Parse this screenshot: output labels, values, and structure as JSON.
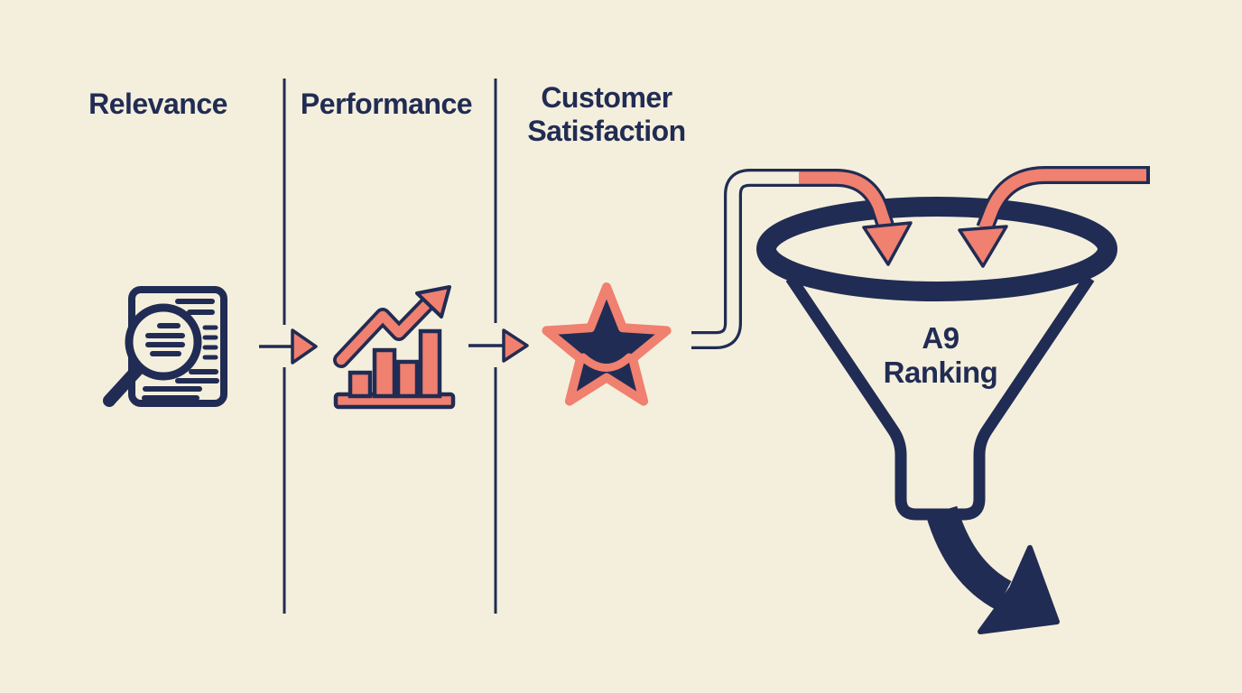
{
  "colors": {
    "navy": "#212c54",
    "coral": "#f0806f",
    "cream": "#f4efdc"
  },
  "columns": [
    {
      "label": "Relevance",
      "icon": "document-search-icon"
    },
    {
      "label": "Performance",
      "icon": "growth-chart-icon"
    },
    {
      "label": "Customer Satisfaction",
      "icon": "smiling-star-icon"
    }
  ],
  "funnel": {
    "label_line1": "A9",
    "label_line2": "Ranking",
    "icon": "funnel-icon"
  },
  "connectors": {
    "arrow1": "right-arrow-icon",
    "arrow2": "right-arrow-icon",
    "left_pipe": "pipe-inflow-arrow-icon",
    "right_pipe": "pipe-inflow-arrow-icon",
    "output": "down-right-swoosh-arrow-icon"
  }
}
